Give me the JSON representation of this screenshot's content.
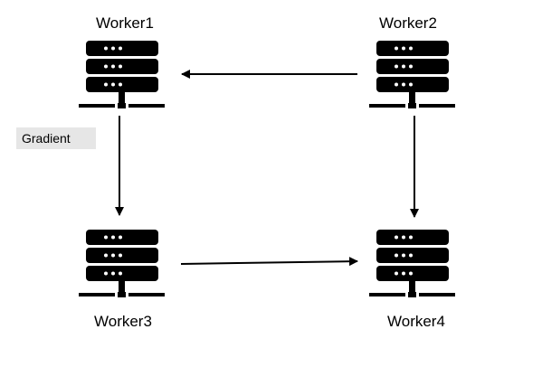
{
  "workers": {
    "w1": "Worker1",
    "w2": "Worker2",
    "w3": "Worker3",
    "w4": "Worker4"
  },
  "edge_label": "Gradient",
  "icon": "server-rack-icon",
  "colors": {
    "foreground": "#000000",
    "background": "#ffffff",
    "badge": "#e6e6e6"
  }
}
